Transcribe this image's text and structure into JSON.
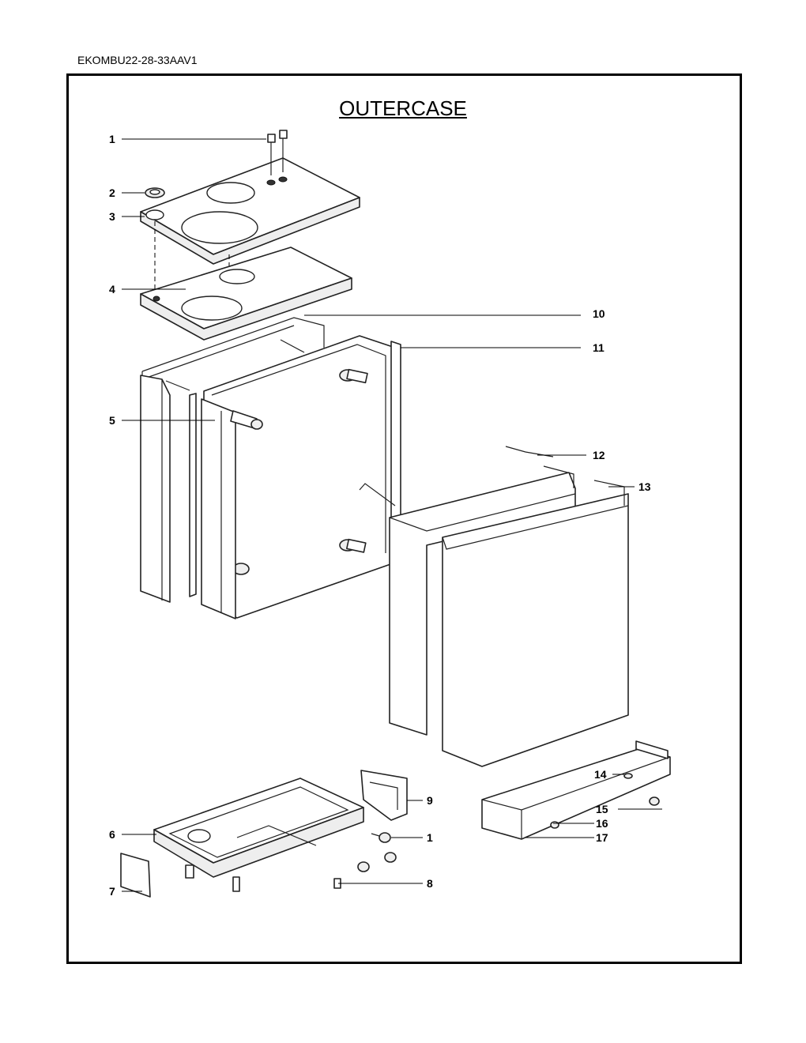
{
  "document": {
    "code": "EKOMBU22-28-33AAV1",
    "title": "OUTERCASE"
  },
  "callouts": [
    {
      "id": "c1a",
      "label": "1"
    },
    {
      "id": "c2",
      "label": "2"
    },
    {
      "id": "c3",
      "label": "3"
    },
    {
      "id": "c4",
      "label": "4"
    },
    {
      "id": "c5",
      "label": "5"
    },
    {
      "id": "c6",
      "label": "6"
    },
    {
      "id": "c7",
      "label": "7"
    },
    {
      "id": "c1b",
      "label": "1"
    },
    {
      "id": "c8",
      "label": "8"
    },
    {
      "id": "c9",
      "label": "9"
    },
    {
      "id": "c10",
      "label": "10"
    },
    {
      "id": "c11",
      "label": "11"
    },
    {
      "id": "c12",
      "label": "12"
    },
    {
      "id": "c13",
      "label": "13"
    },
    {
      "id": "c14",
      "label": "14"
    },
    {
      "id": "c15",
      "label": "15"
    },
    {
      "id": "c16",
      "label": "16"
    },
    {
      "id": "c17",
      "label": "17"
    }
  ]
}
